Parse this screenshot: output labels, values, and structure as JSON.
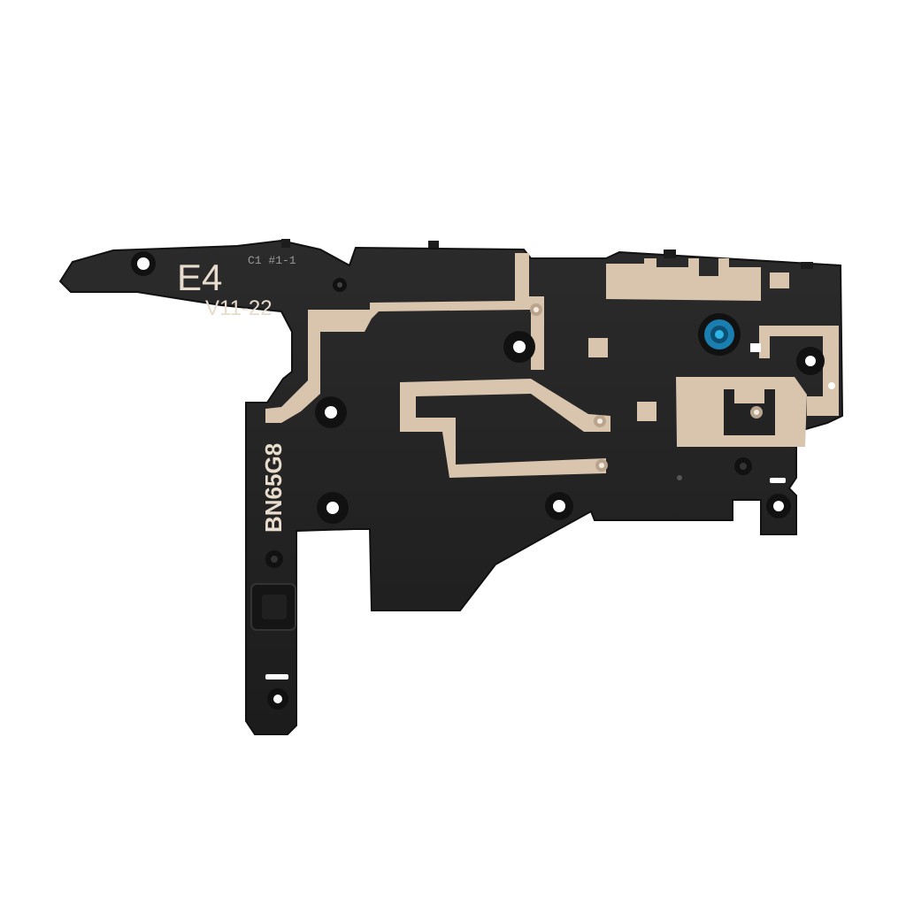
{
  "photo": {
    "subject": "",
    "background_color": "#ffffff",
    "bracket_color": "#222222",
    "pad_color": "#d9c4ad",
    "lens_color": "#1a7fb0",
    "markings": {
      "label_e4": "E4",
      "label_version": "V11-22",
      "label_code": "C1 #1-1",
      "label_part": "BN65G8"
    }
  }
}
